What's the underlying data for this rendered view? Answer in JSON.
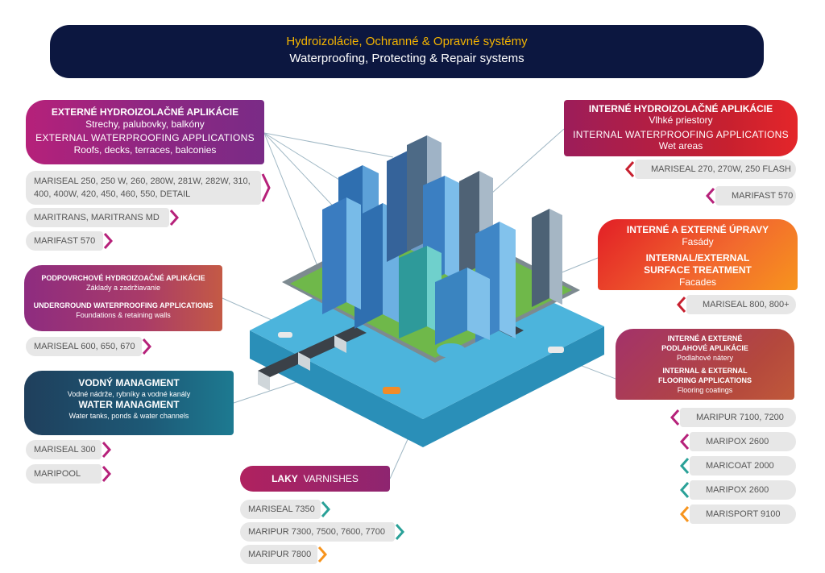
{
  "header": {
    "line1": "Hydroizolácie, Ochranné & Opravné systémy",
    "line2": "Waterproofing, Protecting & Repair systems"
  },
  "external": {
    "title_sk": "EXTERNÉ HYDROIZOLAČNÉ APLIKÁCIE",
    "sub_sk": "Strechy, palubovky, balkóny",
    "title_en": "EXTERNAL WATERPROOFING APPLICATIONS",
    "sub_en": "Roofs, decks, terraces, balconies",
    "products": [
      "MARISEAL 250, 250 W, 260, 280W, 281W, 282W, 310,",
      "400, 400W, 420, 450, 460, 550, DETAIL",
      "MARITRANS, MARITRANS MD",
      "MARIFAST 570"
    ]
  },
  "underground": {
    "title_sk": "PODPOVRCHOVÉ HYDROIZOAČNÉ APLIKÁCIE",
    "sub_sk": "Základy a zadržiavanie",
    "title_en": "UNDERGROUND WATERPROOFING APPLICATIONS",
    "sub_en": "Foundations & retaining walls",
    "products": [
      "MARISEAL 600, 650, 670"
    ]
  },
  "water": {
    "title_sk": "VODNÝ MANAGMENT",
    "sub_sk": "Vodné nádrže, rybníky a vodné kanály",
    "title_en": "WATER MANAGMENT",
    "sub_en": "Water tanks, ponds & water channels",
    "products": [
      "MARISEAL 300",
      "MARIPOOL"
    ]
  },
  "varnishes": {
    "title_sk": "LAKY",
    "title_en": "VARNISHES",
    "products": [
      "MARISEAL 7350",
      "MARIPUR 7300, 7500, 7600, 7700",
      "MARIPUR 7800"
    ]
  },
  "internal": {
    "title_sk": "INTERNÉ HYDROIZOLAČNÉ APLIKÁCIE",
    "sub_sk": "Vlhké priestory",
    "title_en": "INTERNAL WATERPROOFING APPLICATIONS",
    "sub_en": "Wet areas",
    "products": [
      "MARISEAL 270, 270W, 250 FLASH",
      "MARIFAST 570"
    ]
  },
  "surface": {
    "title_sk": "INTERNÉ A EXTERNÉ ÚPRAVY",
    "sub_sk": "Fasády",
    "title_en_1": "INTERNAL/EXTERNAL",
    "title_en_2": "SURFACE TREATMENT",
    "sub_en": "Facades",
    "products": [
      "MARISEAL 800, 800+"
    ]
  },
  "flooring": {
    "title_sk_1": "INTERNÉ A EXTERNÉ",
    "title_sk_2": "PODLAHOVÉ APLIKÁCIE",
    "sub_sk": "Podlahové nátery",
    "title_en_1": "INTERNAL & EXTERNAL",
    "title_en_2": "FLOORING APPLICATIONS",
    "sub_en": "Flooring coatings",
    "products": [
      "MARIPUR 7100, 7200",
      "MARIPOX 2600",
      "MARICOAT 2000",
      "MARIPOX 2600",
      "MARISPORT 9100"
    ]
  },
  "colors": {
    "header_bg": "#0c1740",
    "header_accent": "#f4b400",
    "magenta": "#b6217a",
    "red": "#e4262a",
    "orange": "#f7941d",
    "teal": "#1d7a91",
    "pill": "#e7e7e7"
  }
}
